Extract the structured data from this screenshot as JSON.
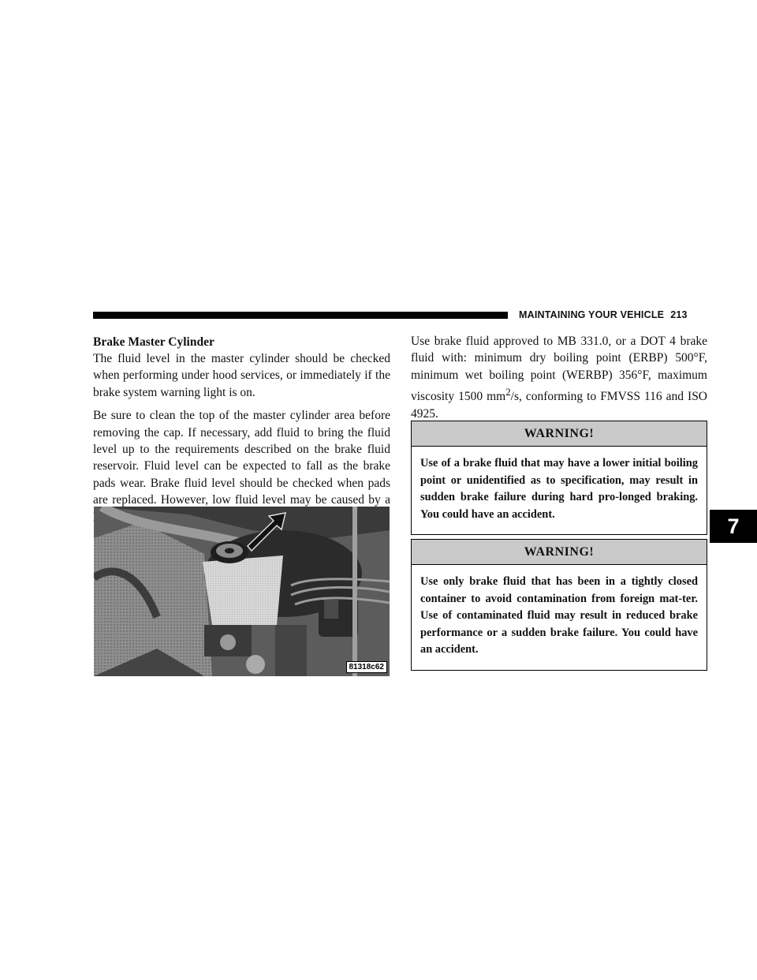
{
  "header": {
    "section_title": "MAINTAINING YOUR VEHICLE",
    "page_number": "213"
  },
  "left_column": {
    "heading": "Brake Master Cylinder",
    "paragraph_1": "The fluid level in the master cylinder should be checked when performing under hood services, or immediately if the brake system warning light is on.",
    "paragraph_2": "Be sure to clean the top of the master cylinder area before removing the cap. If necessary, add fluid to bring the fluid level up to the requirements described on the brake fluid reservoir. Fluid level can be expected to fall as the brake pads wear. Brake fluid level should be checked when pads are replaced. However, low fluid level may be caused by a leak and a checkup may be needed."
  },
  "figure": {
    "code": "81318c62"
  },
  "right_column": {
    "spec_before_sup": "Use brake fluid approved to MB 331.0, or a DOT 4 brake fluid with: minimum dry boiling point (ERBP) 500°F, minimum wet boiling point (WERBP) 356°F, maximum viscosity 1500 mm",
    "spec_sup": "2",
    "spec_after_sup": "/s, conforming to FMVSS 116 and ISO 4925."
  },
  "warnings": [
    {
      "title": "WARNING!",
      "text": "Use of a brake fluid that may have a lower initial boiling point or unidentified as to specification, may result in sudden brake failure during hard pro-longed braking. You could have an accident."
    },
    {
      "title": "WARNING!",
      "text": "Use only brake fluid that has been in a tightly closed container to avoid contamination from foreign mat-ter. Use of contaminated fluid may result in reduced brake performance or a sudden brake failure. You could have an accident."
    }
  ],
  "chapter_tab": "7"
}
